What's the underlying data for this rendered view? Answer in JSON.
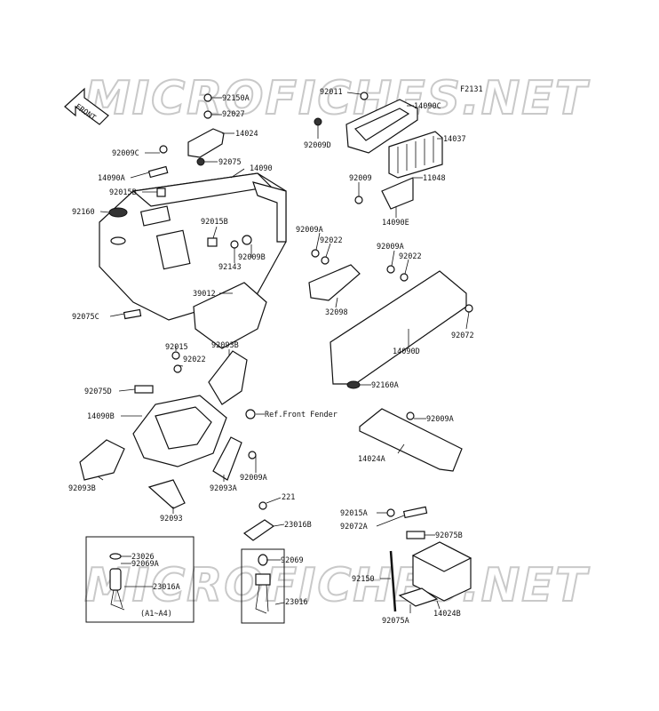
{
  "watermark": "MICROFICHES.NET",
  "figure_code": "F2131",
  "front_arrow": "FRONT",
  "ref_note": "Ref.Front Fender",
  "model_note": "(A1~A4)",
  "labels": [
    "92150A",
    "92027",
    "14024",
    "92009C",
    "92075",
    "14090",
    "14090A",
    "92015B",
    "92160",
    "92015B",
    "92009B",
    "92143",
    "39012",
    "92075C",
    "92011",
    "14090C",
    "92009D",
    "14037",
    "92009",
    "11048",
    "14090E",
    "92009A",
    "92022",
    "32098",
    "92009A",
    "92022",
    "92072",
    "14090D",
    "92160A",
    "92015",
    "92022",
    "92093B",
    "92075D",
    "14090B",
    "92093B",
    "92093A",
    "92009A",
    "92093",
    "92009A",
    "14024A",
    "221",
    "23016B",
    "23026",
    "92069A",
    "23016A",
    "92069",
    "23016",
    "92015A",
    "92072A",
    "92075B",
    "92150",
    "14024B",
    "92075A"
  ]
}
